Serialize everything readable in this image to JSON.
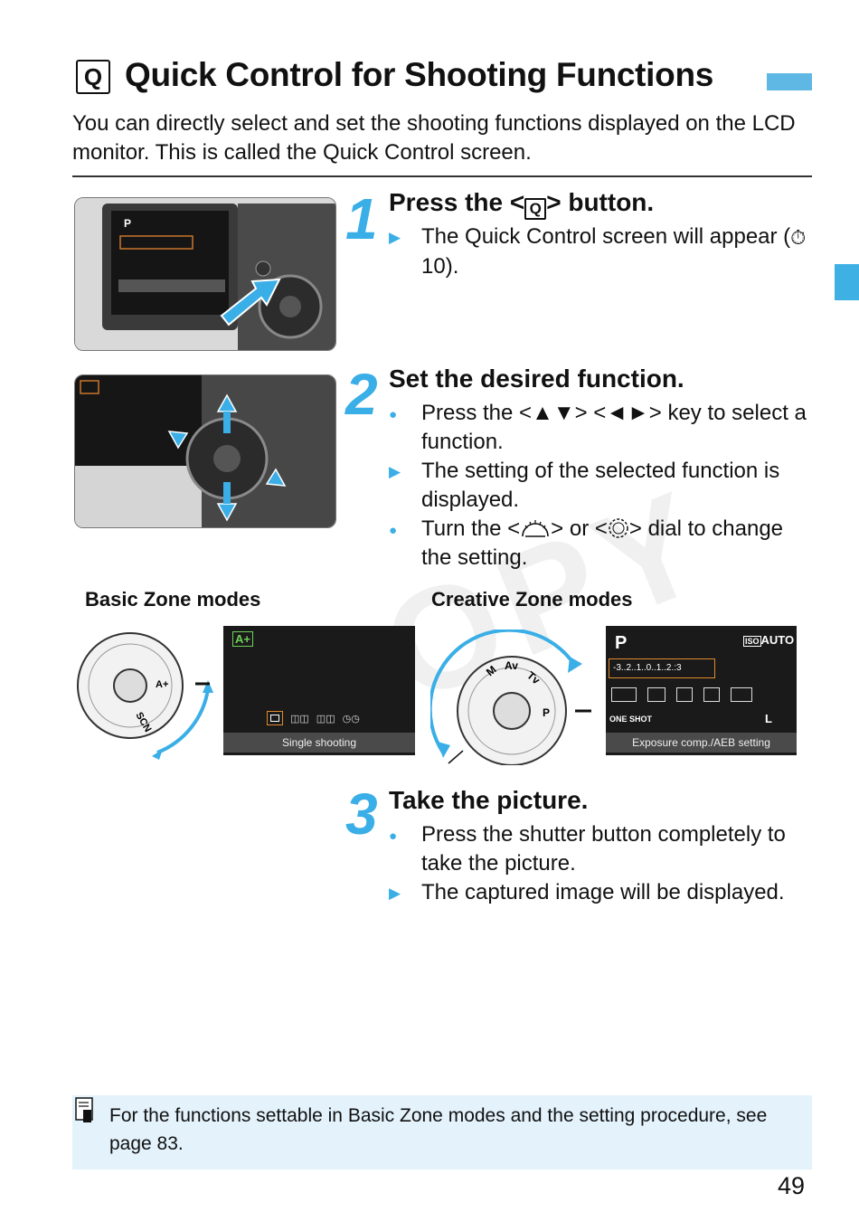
{
  "header": {
    "icon_glyph": "Q",
    "title": "Quick Control for Shooting Functions",
    "intro": "You can directly select and set the shooting functions displayed on the LCD monitor. This is called the Quick Control screen."
  },
  "steps": [
    {
      "number": "1",
      "title_pre": "Press the <",
      "title_icon": "Q",
      "title_post": "> button.",
      "items": [
        {
          "marker": "triangle",
          "text_pre": "The Quick Control screen will appear (",
          "page_icon": "⏱",
          "page_ref": "10",
          "text_post": ")."
        }
      ]
    },
    {
      "number": "2",
      "title": "Set the desired function.",
      "items": [
        {
          "marker": "dot",
          "text": "Press the <▲▼> <◄►> key to select a function."
        },
        {
          "marker": "triangle",
          "text": "The setting of the selected function is displayed."
        },
        {
          "marker": "dot",
          "text_pre": "Turn the <",
          "dial1": "main-dial-icon",
          "text_mid": "> or <",
          "dial2": "quick-dial-icon",
          "text_post": "> dial to change the setting."
        }
      ]
    },
    {
      "number": "3",
      "title": "Take the picture.",
      "items": [
        {
          "marker": "dot",
          "text": "Press the shutter button completely to take the picture."
        },
        {
          "marker": "triangle",
          "text": "The captured image will be displayed."
        }
      ]
    }
  ],
  "modes": {
    "basic_label": "Basic Zone modes",
    "creative_label": "Creative Zone modes",
    "basic_screen": {
      "mode_icon": "A+",
      "drive_label": "Single shooting"
    },
    "creative_screen": {
      "mode": "P",
      "iso": "AUTO",
      "exposure_scale": "-3..2..1..0..1..2.:3",
      "af_mode": "ONE SHOT",
      "quality": "L",
      "footer": "Exposure comp./AEB setting"
    },
    "dial_labels_basic": [
      "SCN",
      "A+"
    ],
    "dial_labels_creative": [
      "M",
      "Av",
      "Tv",
      "P"
    ]
  },
  "watermark": "COPY",
  "note": "For the functions settable in Basic Zone modes and the setting procedure, see page 83.",
  "page_number": "49",
  "colors": {
    "accent": "#3aaee6",
    "note_bg": "#e3f2fb"
  }
}
